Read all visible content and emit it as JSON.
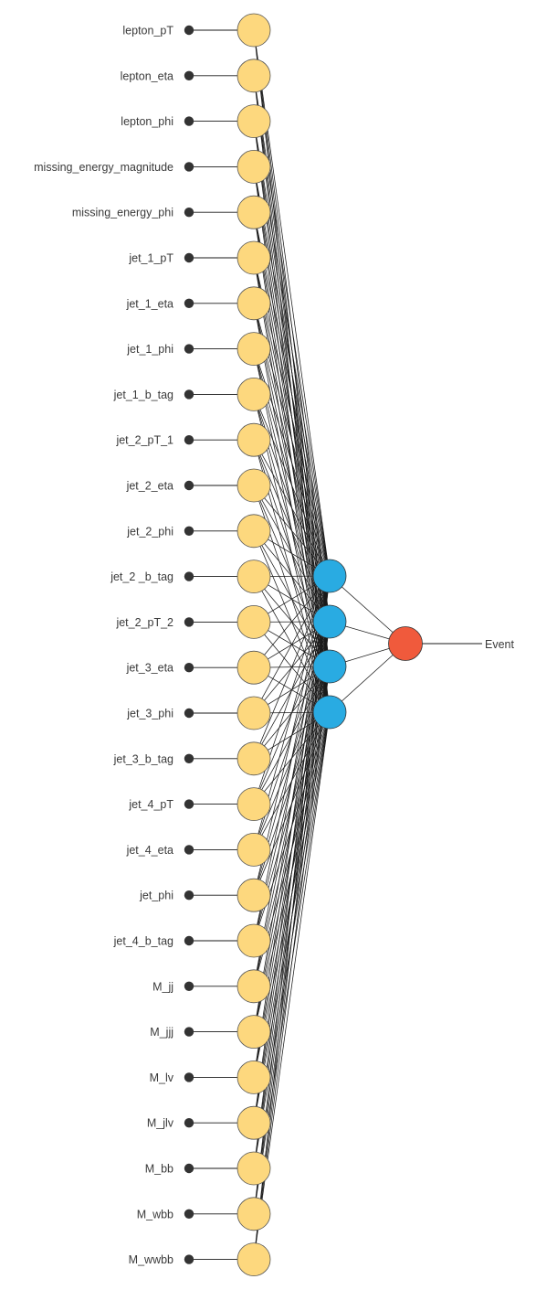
{
  "inputs": [
    "lepton_pT",
    "lepton_eta",
    "lepton_phi",
    "missing_energy_magnitude",
    "missing_energy_phi",
    "jet_1_pT",
    "jet_1_eta",
    "jet_1_phi",
    "jet_1_b_tag",
    "jet_2_pT_1",
    "jet_2_eta",
    "jet_2_phi",
    "jet_2 _b_tag",
    "jet_2_pT_2",
    "jet_3_eta",
    "jet_3_phi",
    "jet_3_b_tag",
    "jet_4_pT",
    "jet_4_eta",
    "jet_phi",
    "jet_4_b_tag",
    "M_jj",
    "M_jjj",
    "M_lv",
    "M_jlv",
    "M_bb",
    "M_wbb",
    "M_wwbb"
  ],
  "hidden_layer": {
    "node_count": 4
  },
  "output": {
    "label": "Event"
  },
  "colors": {
    "input_node_fill": "#fdd87e",
    "input_node_stroke": "#555555",
    "hidden_node_fill": "#29abe2",
    "hidden_node_stroke": "#333333",
    "output_node_fill": "#f05a3c",
    "output_node_stroke": "#333333",
    "terminal_dot": "#333333",
    "edge": "#1a1a1a"
  }
}
